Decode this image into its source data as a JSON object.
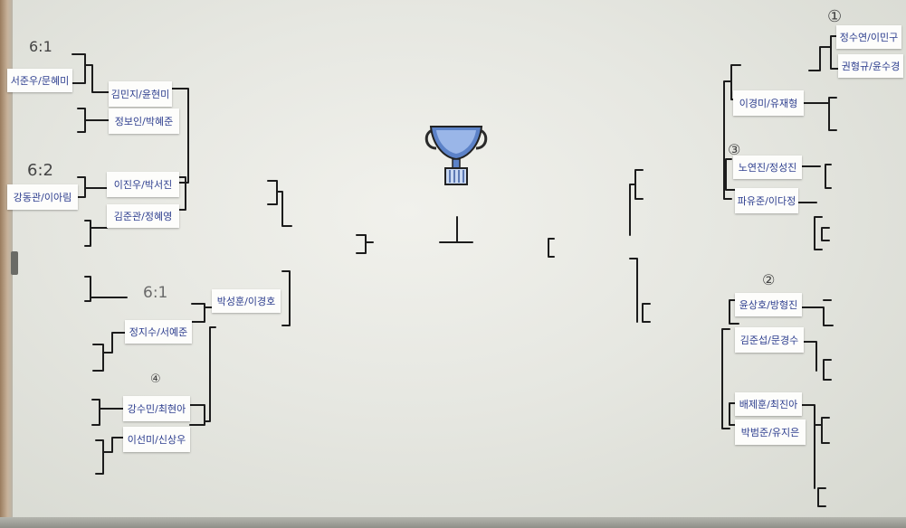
{
  "scores": {
    "left_top": "6:1",
    "left_mid": "6:2",
    "center_left": "6:1"
  },
  "group_marks": {
    "g1": "①",
    "g2": "②",
    "g3": "③",
    "g4": "④"
  },
  "left_cards": {
    "c1": "서준우/문혜미",
    "c2": "김민지/윤현미",
    "c3": "정보인/박혜준",
    "c4": "이진우/박서진",
    "c5": "강동관/이아림",
    "c6": "김준관/정혜영",
    "c7": "박성훈/이경호",
    "c8": "정지수/서예준",
    "c9": "강수민/최현아",
    "c10": "이선미/신상우"
  },
  "right_cards": {
    "c1": "정수연/이민구",
    "c2": "권형규/윤수경",
    "c3": "이경미/유재형",
    "c4": "노연진/정성진",
    "c5": "파유준/이다정",
    "c6": "윤상호/방형진",
    "c7": "김준섭/문경수",
    "c8": "배제훈/최진아",
    "c9": "박범준/유지은"
  },
  "colors": {
    "ink": "#2c3d8e",
    "marker": "#1c1c1c",
    "board": "#e8e9e3"
  }
}
